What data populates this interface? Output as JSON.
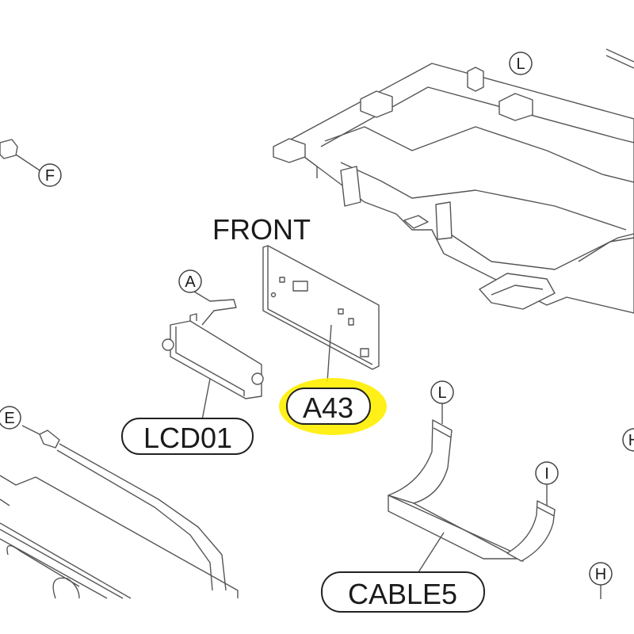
{
  "diagram": {
    "heading": "FRONT",
    "highlight_color": "#ffee00",
    "callouts": {
      "L_top": "L",
      "F": "F",
      "A": "A",
      "E": "E",
      "L_cable": "L",
      "H_right": "H",
      "I": "I",
      "H_bottom": "H"
    },
    "part_labels": {
      "a43": "A43",
      "lcd01": "LCD01",
      "cable5": "CABLE5"
    }
  }
}
